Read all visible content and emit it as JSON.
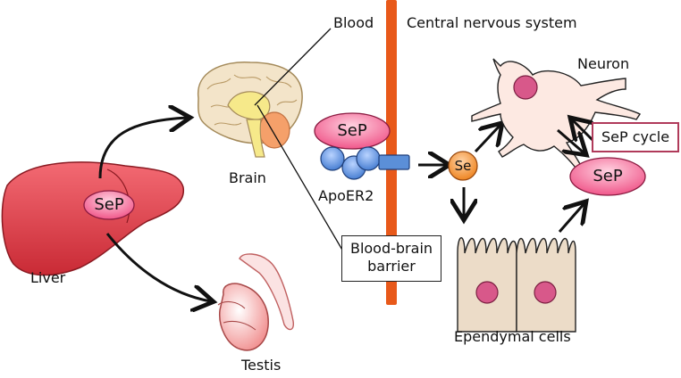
{
  "labels": {
    "blood": "Blood",
    "cns": "Central nervous system",
    "neuron": "Neuron",
    "brain": "Brain",
    "liver": "Liver",
    "testis": "Testis",
    "apoer2": "ApoER2",
    "ependymal": "Ependymal cells",
    "bbb_line1": "Blood-brain",
    "bbb_line2": "barrier",
    "sep_cycle": "SeP cycle"
  },
  "molecules": {
    "sep_liver": "SeP",
    "sep_receptor": "SeP",
    "sep_cns": "SeP",
    "se": "Se"
  },
  "colors": {
    "barrier": "#e8591a",
    "sep_fill": "#f27aa0",
    "se_fill": "#f0923a",
    "cycle_border": "#b03a5a",
    "apoer2_fill": "#5b8fd8",
    "liver_fill": "#e0454f",
    "cell_fill": "#ecdcc8",
    "nucleus_fill": "#d8588a"
  }
}
